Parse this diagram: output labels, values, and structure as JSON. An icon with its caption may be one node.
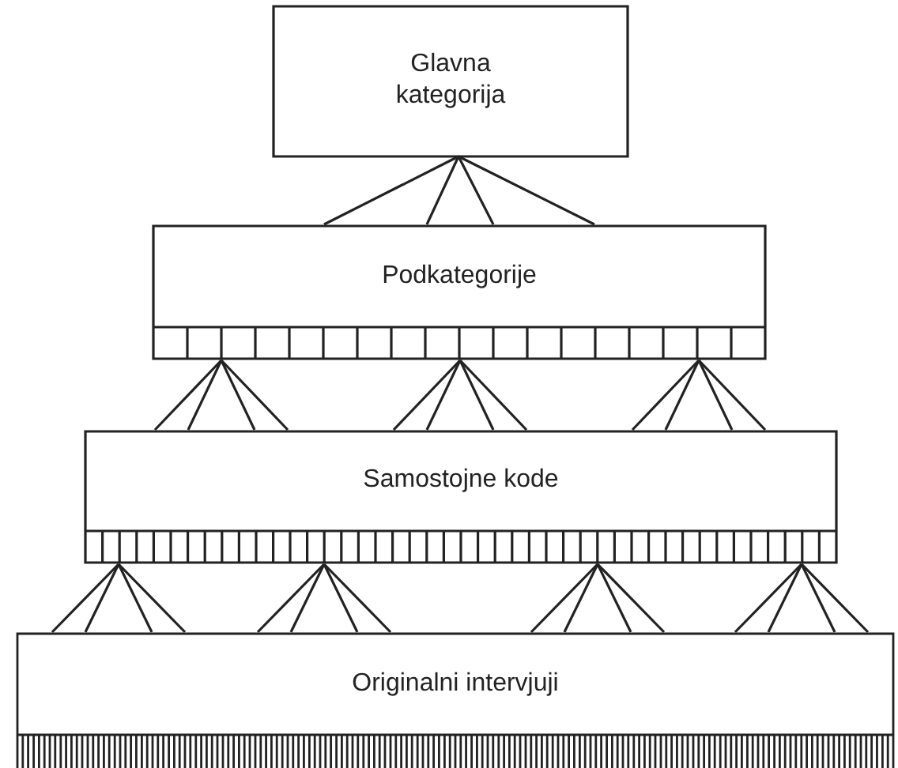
{
  "diagram": {
    "nodes": [
      {
        "text": [
          "Glavna kategorija"
        ]
      },
      {
        "text": [
          "Podkategorije"
        ]
      },
      {
        "text": [
          "Samostojne kode"
        ]
      },
      {
        "text": [
          "Originalni intervjuji"
        ]
      }
    ],
    "edges": [
      {
        "from": 0,
        "to": 1,
        "arrow": "none"
      },
      {
        "from": 0,
        "to": 1,
        "arrow": "none"
      },
      {
        "from": 0,
        "to": 1,
        "arrow": "none"
      },
      {
        "from": 0,
        "to": 1,
        "arrow": "none"
      },
      {
        "from": 1,
        "to": 2,
        "arrow": "none"
      },
      {
        "from": 1,
        "to": 2,
        "arrow": "none"
      },
      {
        "from": 1,
        "to": 2,
        "arrow": "none"
      },
      {
        "from": 1,
        "to": 2,
        "arrow": "none"
      },
      {
        "from": 1,
        "to": 2,
        "arrow": "none"
      },
      {
        "from": 1,
        "to": 2,
        "arrow": "none"
      },
      {
        "from": 1,
        "to": 2,
        "arrow": "none"
      },
      {
        "from": 1,
        "to": 2,
        "arrow": "none"
      },
      {
        "from": 1,
        "to": 2,
        "arrow": "none"
      },
      {
        "from": 1,
        "to": 2,
        "arrow": "none"
      },
      {
        "from": 1,
        "to": 2,
        "arrow": "none"
      },
      {
        "from": 1,
        "to": 2,
        "arrow": "none"
      },
      {
        "from": 2,
        "to": 3,
        "arrow": "none"
      },
      {
        "from": 2,
        "to": 3,
        "arrow": "none"
      },
      {
        "from": 2,
        "to": 3,
        "arrow": "none"
      },
      {
        "from": 2,
        "to": 3,
        "arrow": "none"
      },
      {
        "from": 2,
        "to": 3,
        "arrow": "none"
      },
      {
        "from": 2,
        "to": 3,
        "arrow": "none"
      },
      {
        "from": 2,
        "to": 3,
        "arrow": "none"
      },
      {
        "from": 2,
        "to": 3,
        "arrow": "none"
      },
      {
        "from": 2,
        "to": 3,
        "arrow": "none"
      },
      {
        "from": 2,
        "to": 3,
        "arrow": "none"
      },
      {
        "from": 2,
        "to": 3,
        "arrow": "none"
      },
      {
        "from": 2,
        "to": 3,
        "arrow": "none"
      },
      {
        "from": 2,
        "to": 3,
        "arrow": "none"
      },
      {
        "from": 2,
        "to": 3,
        "arrow": "none"
      },
      {
        "from": 2,
        "to": 3,
        "arrow": "none"
      },
      {
        "from": 2,
        "to": 3,
        "arrow": "none"
      }
    ]
  }
}
